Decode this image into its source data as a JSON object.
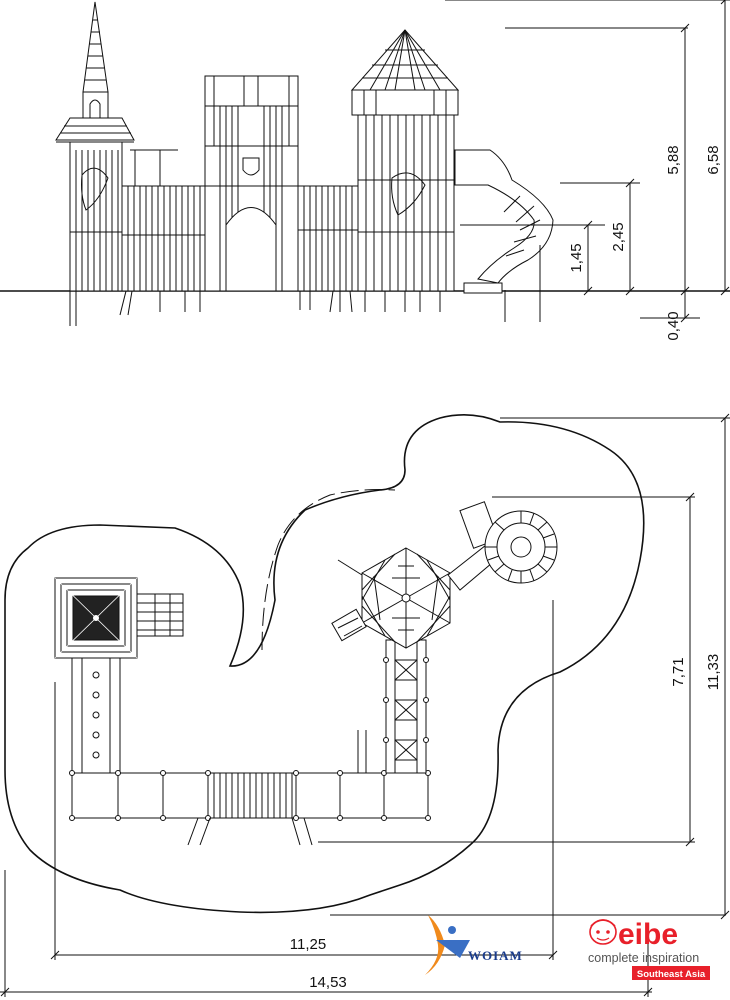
{
  "elevation_dims": {
    "total_height": "6,58",
    "tower_height": "5,88",
    "platform_upper": "2,45",
    "platform_lower": "1,45",
    "below_ground": "0,40"
  },
  "plan_dims": {
    "depth_total": "11,33",
    "depth_equipment": "7,71",
    "width_equipment": "11,25",
    "width_total": "14,53"
  },
  "logos": {
    "woiam_text": "WOIAM",
    "eibe_word": "eibe",
    "eibe_tagline": "complete inspiration",
    "eibe_region": "Southeast Asia",
    "eibe_color": "#e8202a",
    "woiam_color": "#1a3c8c",
    "woiam_accent": "#f08a1c"
  }
}
